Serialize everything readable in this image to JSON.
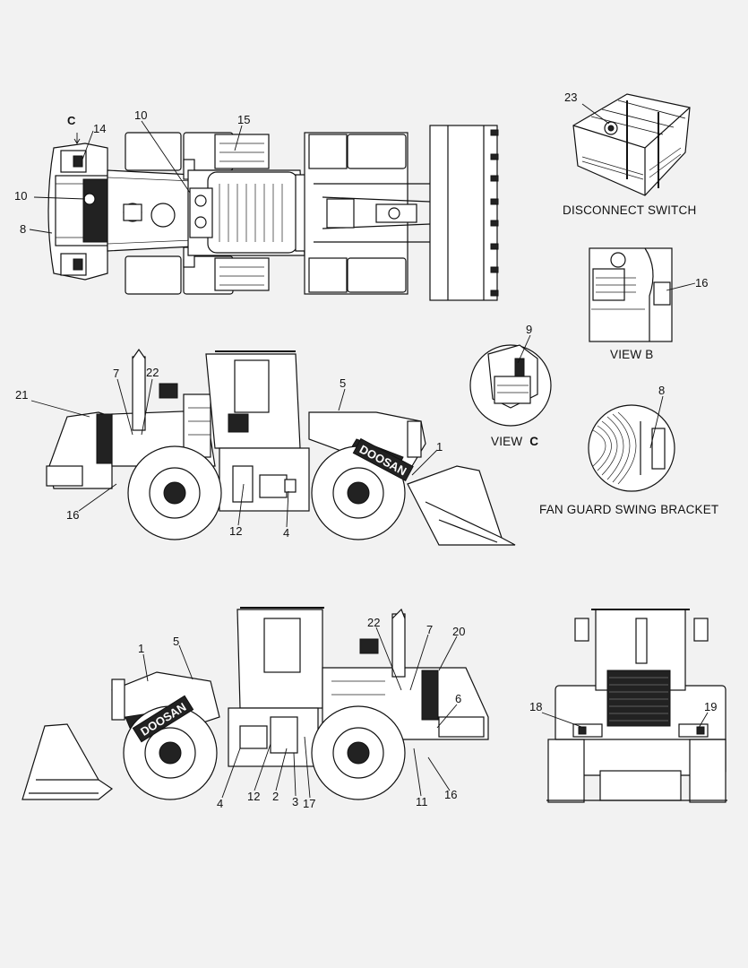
{
  "captions": {
    "disconnect_switch": "DISCONNECT SWITCH",
    "view_b": "VIEW B",
    "view_c_word": "VIEW",
    "view_c_letter": "C",
    "fan_guard": "FAN GUARD SWING BRACKET"
  },
  "brand": "DOOSAN",
  "callouts": {
    "top": {
      "c": "C",
      "n14": "14",
      "n10a": "10",
      "n15": "15",
      "n10b": "10",
      "n8": "8"
    },
    "details": {
      "n23": "23",
      "n16": "16",
      "n9": "9",
      "n8": "8"
    },
    "left_side": {
      "n7": "7",
      "n22": "22",
      "n21": "21",
      "n5": "5",
      "n1": "1",
      "n16": "16",
      "n12": "12",
      "n4": "4"
    },
    "right_side": {
      "n22": "22",
      "n7": "7",
      "n20": "20",
      "n1": "1",
      "n5": "5",
      "n6": "6",
      "n4": "4",
      "n12": "12",
      "n2": "2",
      "n3": "3",
      "n17": "17",
      "n11": "11",
      "n16": "16"
    },
    "rear": {
      "n18": "18",
      "n19": "19"
    }
  }
}
